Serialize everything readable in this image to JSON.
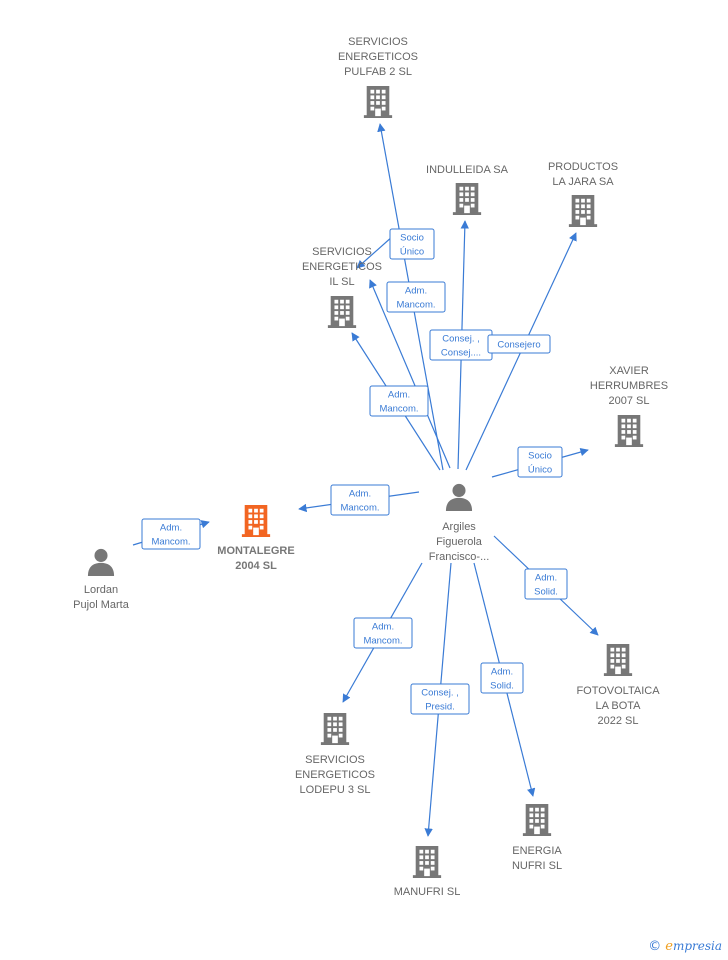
{
  "colors": {
    "edge": "#3a7bd5",
    "company_icon": "#777777",
    "highlight_icon": "#f26522",
    "person_icon": "#777777",
    "label": "#666666"
  },
  "nodes": [
    {
      "id": "center",
      "type": "person",
      "lines": [
        "Argiles",
        "Figuerola",
        "Francisco-..."
      ],
      "icon": "person-icon"
    },
    {
      "id": "pulfab2",
      "type": "company",
      "lines": [
        "SERVICIOS",
        "ENERGETICOS",
        "PULFAB 2  SL"
      ],
      "icon": "building-icon"
    },
    {
      "id": "indulleida",
      "type": "company",
      "lines": [
        "INDULLEIDA SA"
      ],
      "icon": "building-icon"
    },
    {
      "id": "productos",
      "type": "company",
      "lines": [
        "PRODUCTOS",
        "LA JARA SA"
      ],
      "icon": "building-icon"
    },
    {
      "id": "servil",
      "type": "company",
      "lines": [
        "SERVICIOS",
        "ENERGETICOS",
        "IL  SL"
      ],
      "icon": "building-icon"
    },
    {
      "id": "xavier",
      "type": "company",
      "lines": [
        "XAVIER",
        "HERRUMBRES",
        "2007 SL"
      ],
      "icon": "building-icon"
    },
    {
      "id": "montalegre",
      "type": "company",
      "highlight": true,
      "lines": [
        "MONTALEGRE",
        "2004  SL"
      ],
      "icon": "building-icon"
    },
    {
      "id": "lordan",
      "type": "person",
      "lines": [
        "Lordan",
        "Pujol Marta"
      ],
      "icon": "person-icon"
    },
    {
      "id": "fotovoltaica",
      "type": "company",
      "lines": [
        "FOTOVOLTAICA",
        "LA BOTA",
        "2022  SL"
      ],
      "icon": "building-icon"
    },
    {
      "id": "lodepu3",
      "type": "company",
      "lines": [
        "SERVICIOS",
        "ENERGETICOS",
        "LODEPU 3  SL"
      ],
      "icon": "building-icon"
    },
    {
      "id": "manufri",
      "type": "company",
      "lines": [
        "MANUFRI SL"
      ],
      "icon": "building-icon"
    },
    {
      "id": "nufri",
      "type": "company",
      "lines": [
        "ENERGIA",
        "NUFRI  SL"
      ],
      "icon": "building-icon"
    }
  ],
  "edges": [
    {
      "from": "center",
      "to": "pulfab2",
      "label": [
        "Socio",
        "Único"
      ]
    },
    {
      "from": "center",
      "to": "servil",
      "label": [
        "Adm.",
        "Mancom."
      ]
    },
    {
      "from": "center",
      "to": "servil",
      "label": [
        "Socio",
        "Único"
      ]
    },
    {
      "from": "center",
      "to": "indulleida",
      "label": [
        "Consej. ,",
        "Consej...."
      ]
    },
    {
      "from": "center",
      "to": "productos",
      "label": [
        "Consejero"
      ]
    },
    {
      "from": "center",
      "to": "servil",
      "label": [
        "Adm.",
        "Mancom."
      ]
    },
    {
      "from": "center",
      "to": "xavier",
      "label": [
        "Socio",
        "Único"
      ]
    },
    {
      "from": "center",
      "to": "montalegre",
      "label": [
        "Adm.",
        "Mancom."
      ]
    },
    {
      "from": "lordan",
      "to": "montalegre",
      "label": [
        "Adm.",
        "Mancom."
      ]
    },
    {
      "from": "center",
      "to": "fotovoltaica",
      "label": [
        "Adm.",
        "Solid."
      ]
    },
    {
      "from": "center",
      "to": "lodepu3",
      "label": [
        "Adm.",
        "Mancom."
      ]
    },
    {
      "from": "center",
      "to": "manufri",
      "label": [
        "Consej. ,",
        "Presid."
      ]
    },
    {
      "from": "center",
      "to": "nufri",
      "label": [
        "Adm.",
        "Solid."
      ]
    }
  ],
  "brand": {
    "copyright": "©",
    "e": "e",
    "rest": "mpresia"
  }
}
